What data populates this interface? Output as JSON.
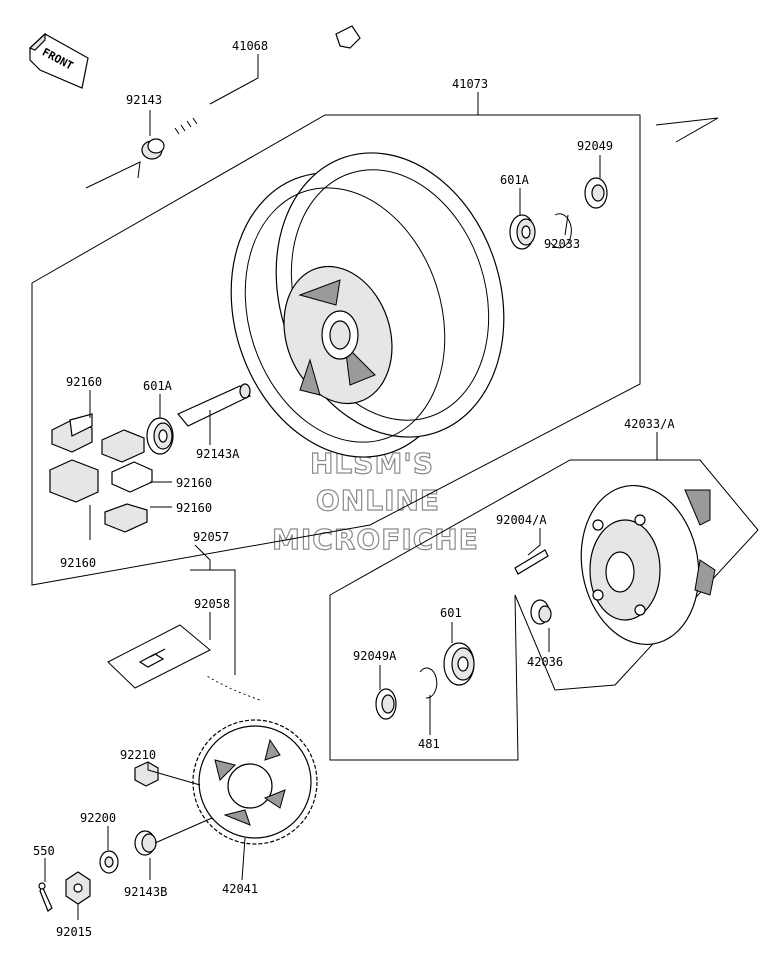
{
  "front_label": "FRONT",
  "watermark": [
    "HLSM'S",
    "ONLINE",
    "MICROFICHE"
  ],
  "parts": {
    "p41068": "41068",
    "p92143": "92143",
    "p41073": "41073",
    "p92049": "92049",
    "p601A_top": "601A",
    "p92033": "92033",
    "p92160_a": "92160",
    "p601A_mid": "601A",
    "p92143A": "92143A",
    "p92160_b": "92160",
    "p92160_c": "92160",
    "p92160_d": "92160",
    "p42033A": "42033/A",
    "p92004A": "92004/A",
    "p92057": "92057",
    "p92058": "92058",
    "p601": "601",
    "p92049A": "92049A",
    "p42036": "42036",
    "p481": "481",
    "p92210": "92210",
    "p92200": "92200",
    "p550": "550",
    "p92143B": "92143B",
    "p42041": "42041",
    "p92015": "92015"
  }
}
